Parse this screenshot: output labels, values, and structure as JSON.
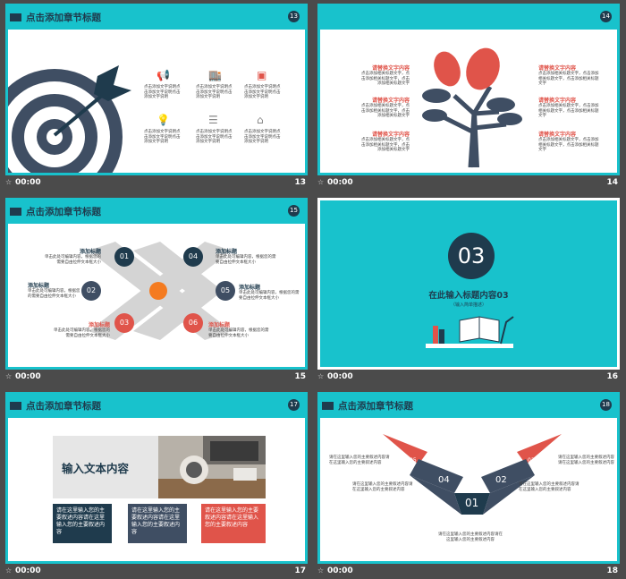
{
  "slides": [
    {
      "title": "点击添加章节标题",
      "badge": "13",
      "time": "00:00",
      "number": "13",
      "desc": "点击添加文字说明点击添加文字说明点击添加文字说明"
    },
    {
      "title": "",
      "badge": "14",
      "time": "00:00",
      "number": "14",
      "label": "请替换文字内容",
      "desc": "点击添加相关标题文字，点击添加相关标题文字，点击添加相关标题文字"
    },
    {
      "title": "点击添加章节标题",
      "badge": "15",
      "time": "00:00",
      "number": "15",
      "label": "添加标题",
      "desc": "单击此处可编辑内容，根据您的需要自由拉伸文本框大小",
      "nums": [
        "01",
        "02",
        "03",
        "04",
        "05",
        "06"
      ]
    },
    {
      "time": "00:00",
      "number": "16",
      "big": "03",
      "headline": "在此输入标题内容03",
      "sub": "（输入简单描述）"
    },
    {
      "title": "点击添加章节标题",
      "badge": "17",
      "time": "00:00",
      "number": "17",
      "heading": "输入文本内容",
      "box": "请在这里输入您的主要叙述内容请在这里输入您的主要叙述内容"
    },
    {
      "title": "点击添加章节标题",
      "badge": "18",
      "time": "00:00",
      "number": "18",
      "desc": "请在这里输入您的主要叙述内容请在这里输入您的主要叙述内容",
      "nums": [
        "05",
        "04",
        "01",
        "02",
        "03"
      ]
    }
  ]
}
